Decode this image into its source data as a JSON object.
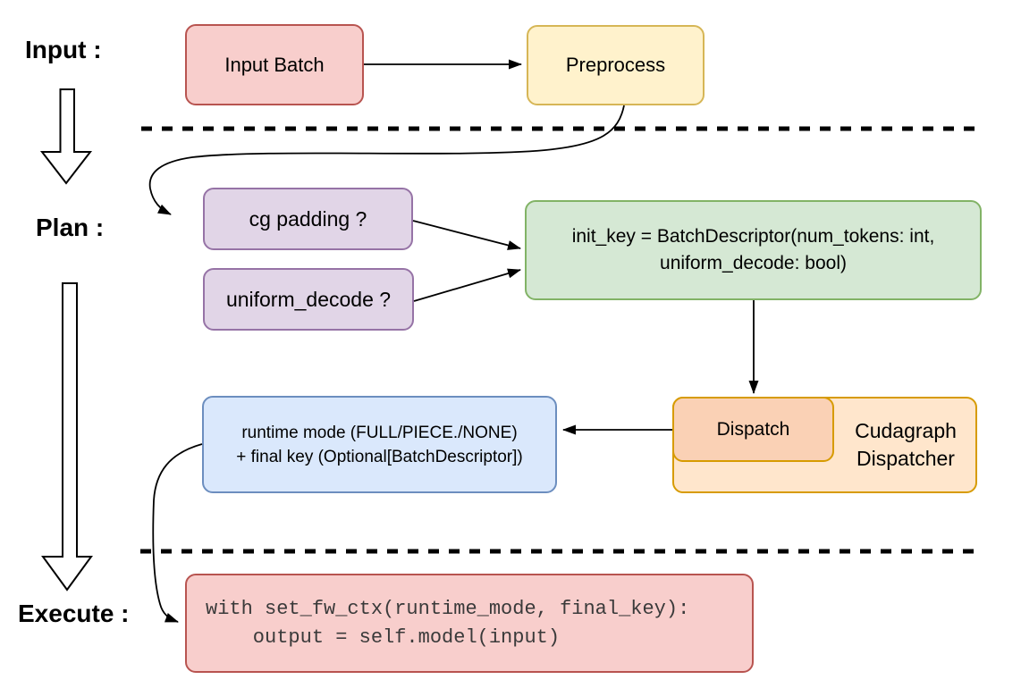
{
  "stages": {
    "input": {
      "label": "Input :"
    },
    "plan": {
      "label": "Plan :"
    },
    "execute": {
      "label": "Execute :"
    }
  },
  "nodes": {
    "input_batch": {
      "label": "Input Batch"
    },
    "preprocess": {
      "label": "Preprocess"
    },
    "cg_padding": {
      "label": "cg padding ?"
    },
    "uniform_decode": {
      "label": "uniform_decode ?"
    },
    "init_key": {
      "line1": "init_key = BatchDescriptor(num_tokens: int,",
      "line2": "uniform_decode: bool)"
    },
    "dispatch": {
      "label": "Dispatch"
    },
    "cudagraph_dispatcher": {
      "label": "Cudagraph Dispatcher"
    },
    "runtime_key": {
      "line1": "runtime mode (FULL/PIECE./NONE)",
      "line2": "+ final key (Optional[BatchDescriptor])"
    },
    "execute_code": {
      "line1": "with set_fw_ctx(runtime_mode, final_key):",
      "line2": "    output = self.model(input)"
    }
  },
  "palette": {
    "red_fill": "#F8CECC",
    "red_border": "#B85450",
    "yellow_fill": "#FFF2CC",
    "yellow_border": "#D6B656",
    "purple_fill": "#E1D5E7",
    "purple_border": "#9673A6",
    "green_fill": "#D5E8D4",
    "green_border": "#82B366",
    "blue_fill": "#DAE8FC",
    "blue_border": "#6C8EBF",
    "orange_fill": "#FFE6CC",
    "orange_inner_fill": "#FAD1B5",
    "orange_border": "#D79B00",
    "line_color": "#000000",
    "code_text_color": "#3a3a3a"
  }
}
